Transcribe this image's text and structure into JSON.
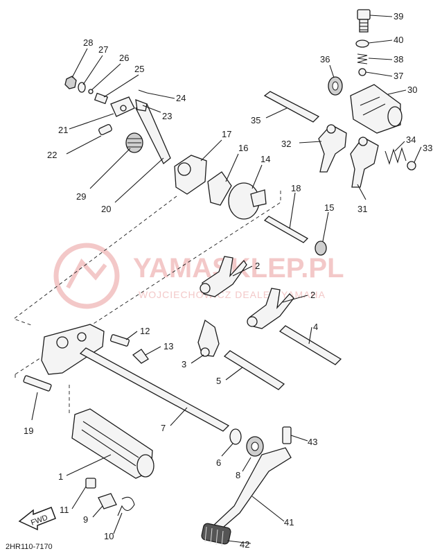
{
  "watermark": {
    "title": "YAMASKLEP.PL",
    "subtitle": "WOJCIECHOWICZ DEALER YAMAHA",
    "color": "#f3c8c8"
  },
  "diagram_code": "2HR110-7170",
  "fwd_label": "FWD",
  "callouts": [
    {
      "label": "1"
    },
    {
      "label": "2"
    },
    {
      "label": "2"
    },
    {
      "label": "3"
    },
    {
      "label": "4"
    },
    {
      "label": "5"
    },
    {
      "label": "6"
    },
    {
      "label": "7"
    },
    {
      "label": "8"
    },
    {
      "label": "9"
    },
    {
      "label": "10"
    },
    {
      "label": "11"
    },
    {
      "label": "12"
    },
    {
      "label": "13"
    },
    {
      "label": "14"
    },
    {
      "label": "15"
    },
    {
      "label": "16"
    },
    {
      "label": "17"
    },
    {
      "label": "18"
    },
    {
      "label": "19"
    },
    {
      "label": "20"
    },
    {
      "label": "21"
    },
    {
      "label": "22"
    },
    {
      "label": "23"
    },
    {
      "label": "24"
    },
    {
      "label": "25"
    },
    {
      "label": "26"
    },
    {
      "label": "27"
    },
    {
      "label": "28"
    },
    {
      "label": "29"
    },
    {
      "label": "30"
    },
    {
      "label": "31"
    },
    {
      "label": "32"
    },
    {
      "label": "33"
    },
    {
      "label": "34"
    },
    {
      "label": "35"
    },
    {
      "label": "36"
    },
    {
      "label": "37"
    },
    {
      "label": "38"
    },
    {
      "label": "39"
    },
    {
      "label": "40"
    },
    {
      "label": "41"
    },
    {
      "label": "42"
    },
    {
      "label": "43"
    }
  ]
}
